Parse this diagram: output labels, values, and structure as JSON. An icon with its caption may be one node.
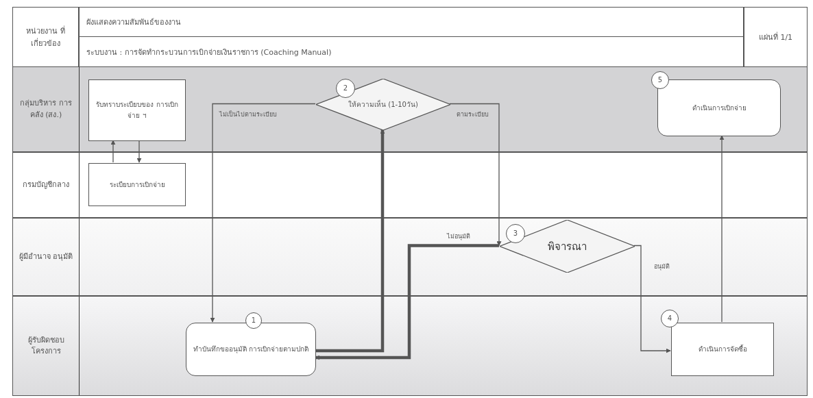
{
  "diagram": {
    "title": "ผังแสดงความสัมพันธ์ของงาน",
    "nodes": [
      {
        "text": [
          "กลุ่มบริหาร การคลัง (สง.)"
        ]
      },
      {
        "text": [
          "รับทราบระเบียบของ การเบิกจ่าย ฯ"
        ],
        "in": 0
      },
      {
        "text": [
          "2"
        ],
        "in": 0
      },
      {
        "text": [
          "ให้ความเห็น (1-10วัน)"
        ],
        "in": 0
      },
      {
        "text": [
          "5"
        ],
        "in": 0
      },
      {
        "text": [
          "ดำเนินการเบิกจ่าย"
        ],
        "in": 0
      },
      {
        "text": [
          "กรมบัญชีกลาง"
        ]
      },
      {
        "text": [
          "ระเบียบการเบิกจ่าย"
        ],
        "in": 6
      },
      {
        "text": [
          "ผู้มีอำนาจ อนุมัติ"
        ]
      },
      {
        "text": [
          "3"
        ],
        "in": 8
      },
      {
        "text": [
          "พิจารณา"
        ],
        "in": 8
      },
      {
        "text": [
          "ผู้รับผิดชอบ โครงการ"
        ]
      },
      {
        "text": [
          "1"
        ],
        "in": 11
      },
      {
        "text": [
          "ทำบันทึกขออนุมัติ การเบิกจ่ายตามปกติ"
        ],
        "in": 11
      },
      {
        "text": [
          "4"
        ],
        "in": 11
      },
      {
        "text": [
          "ดำเนินการจัดซื้อ"
        ],
        "in": 11
      }
    ],
    "edges": [
      {
        "from": 7,
        "to": 1,
        "arrow": "to"
      },
      {
        "from": 1,
        "to": 7,
        "arrow": "to"
      },
      {
        "from": 13,
        "to": 3,
        "arrow": "to",
        "style": "thick"
      },
      {
        "from": 3,
        "to": 13,
        "arrow": "to",
        "label": "ไม่เป็นไปตามระเบียบ"
      },
      {
        "from": 3,
        "to": 10,
        "arrow": "to",
        "label": "ตามระเบียบ"
      },
      {
        "from": 10,
        "to": 13,
        "arrow": "to",
        "label": "ไม่อนุมัติ",
        "style": "thick"
      },
      {
        "from": 10,
        "to": 15,
        "arrow": "to",
        "label": "อนุมัติ"
      },
      {
        "from": 15,
        "to": 5,
        "arrow": "to"
      }
    ],
    "labels": [
      "หน่วยงาน ที่เกี่ยวข้อง",
      "ระบบงาน : การจัดทำกระบวนการเบิกจ่ายเงินราชการ (Coaching Manual)",
      "แผ่นที่ 1/1"
    ]
  }
}
